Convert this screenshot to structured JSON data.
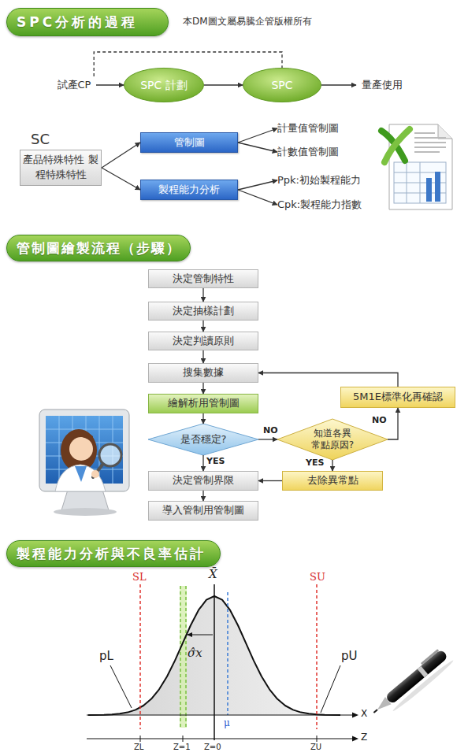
{
  "diagram": {
    "nodes": [
      {
        "text": [
          "SPC分析的過程"
        ]
      },
      {
        "text": [
          "試產CP"
        ]
      },
      {
        "text": [
          "SPC 計劃"
        ]
      },
      {
        "text": [
          "SPC"
        ]
      },
      {
        "text": [
          "量產使用"
        ]
      },
      {
        "text": [
          "SC",
          "產品特殊特性 製程特殊特性"
        ]
      },
      {
        "text": [
          "管制圖"
        ]
      },
      {
        "text": [
          "計量值管制圖"
        ]
      },
      {
        "text": [
          "計數值管制圖"
        ]
      },
      {
        "text": [
          "製程能力分析"
        ]
      },
      {
        "text": [
          "Ppk:初始製程能力"
        ]
      },
      {
        "text": [
          "Cpk:製程能力指數"
        ]
      },
      {
        "text": [
          "管制圖繪製流程（步驟）"
        ]
      },
      {
        "text": [
          "決定管制特性"
        ]
      },
      {
        "text": [
          "決定抽樣計劃"
        ]
      },
      {
        "text": [
          "決定判讀原則"
        ]
      },
      {
        "text": [
          "搜集數據"
        ]
      },
      {
        "text": [
          "5M1E標準化再確認"
        ]
      },
      {
        "text": [
          "繪解析用管制圖"
        ]
      },
      {
        "text": [
          "是否穩定?"
        ]
      },
      {
        "text": [
          "知道各異常點原因?"
        ]
      },
      {
        "text": [
          "決定管制界限"
        ]
      },
      {
        "text": [
          "去除異常點"
        ]
      },
      {
        "text": [
          "導入管制用管制圖"
        ]
      },
      {
        "text": [
          "製程能力分析與不良率估計"
        ]
      }
    ],
    "edges": [
      {
        "from": 1,
        "to": 2,
        "arrow": "to"
      },
      {
        "from": 2,
        "to": 3,
        "arrow": "to"
      },
      {
        "from": 3,
        "to": 4,
        "arrow": "to"
      },
      {
        "from": 1,
        "to": 3,
        "arrow": "none"
      },
      {
        "from": 5,
        "to": 6,
        "arrow": "to"
      },
      {
        "from": 5,
        "to": 9,
        "arrow": "to"
      },
      {
        "from": 6,
        "to": 7,
        "arrow": "to"
      },
      {
        "from": 6,
        "to": 8,
        "arrow": "to"
      },
      {
        "from": 9,
        "to": 10,
        "arrow": "to"
      },
      {
        "from": 9,
        "to": 11,
        "arrow": "to"
      },
      {
        "from": 13,
        "to": 14,
        "arrow": "to"
      },
      {
        "from": 14,
        "to": 15,
        "arrow": "to"
      },
      {
        "from": 15,
        "to": 16,
        "arrow": "to"
      },
      {
        "from": 16,
        "to": 18,
        "arrow": "to"
      },
      {
        "from": 18,
        "to": 19,
        "arrow": "to"
      },
      {
        "from": 19,
        "to": 21,
        "label": "YES",
        "arrow": "to"
      },
      {
        "from": 21,
        "to": 23,
        "arrow": "to"
      },
      {
        "from": 19,
        "to": 20,
        "label": "NO",
        "arrow": "to"
      },
      {
        "from": 20,
        "to": 22,
        "label": "YES",
        "arrow": "to"
      },
      {
        "from": 22,
        "to": 21,
        "arrow": "to"
      },
      {
        "from": 20,
        "to": 17,
        "label": "NO",
        "arrow": "to"
      },
      {
        "from": 17,
        "to": 16,
        "arrow": "to"
      }
    ],
    "labels": [
      "本DM圖文屬易騰企管版權所有",
      "SL",
      "X̄",
      "SU",
      "σ̂x",
      "pL",
      "pU",
      "X",
      "μ",
      "ZL",
      "Z=1",
      "Z=0",
      "ZU",
      "Z"
    ]
  }
}
